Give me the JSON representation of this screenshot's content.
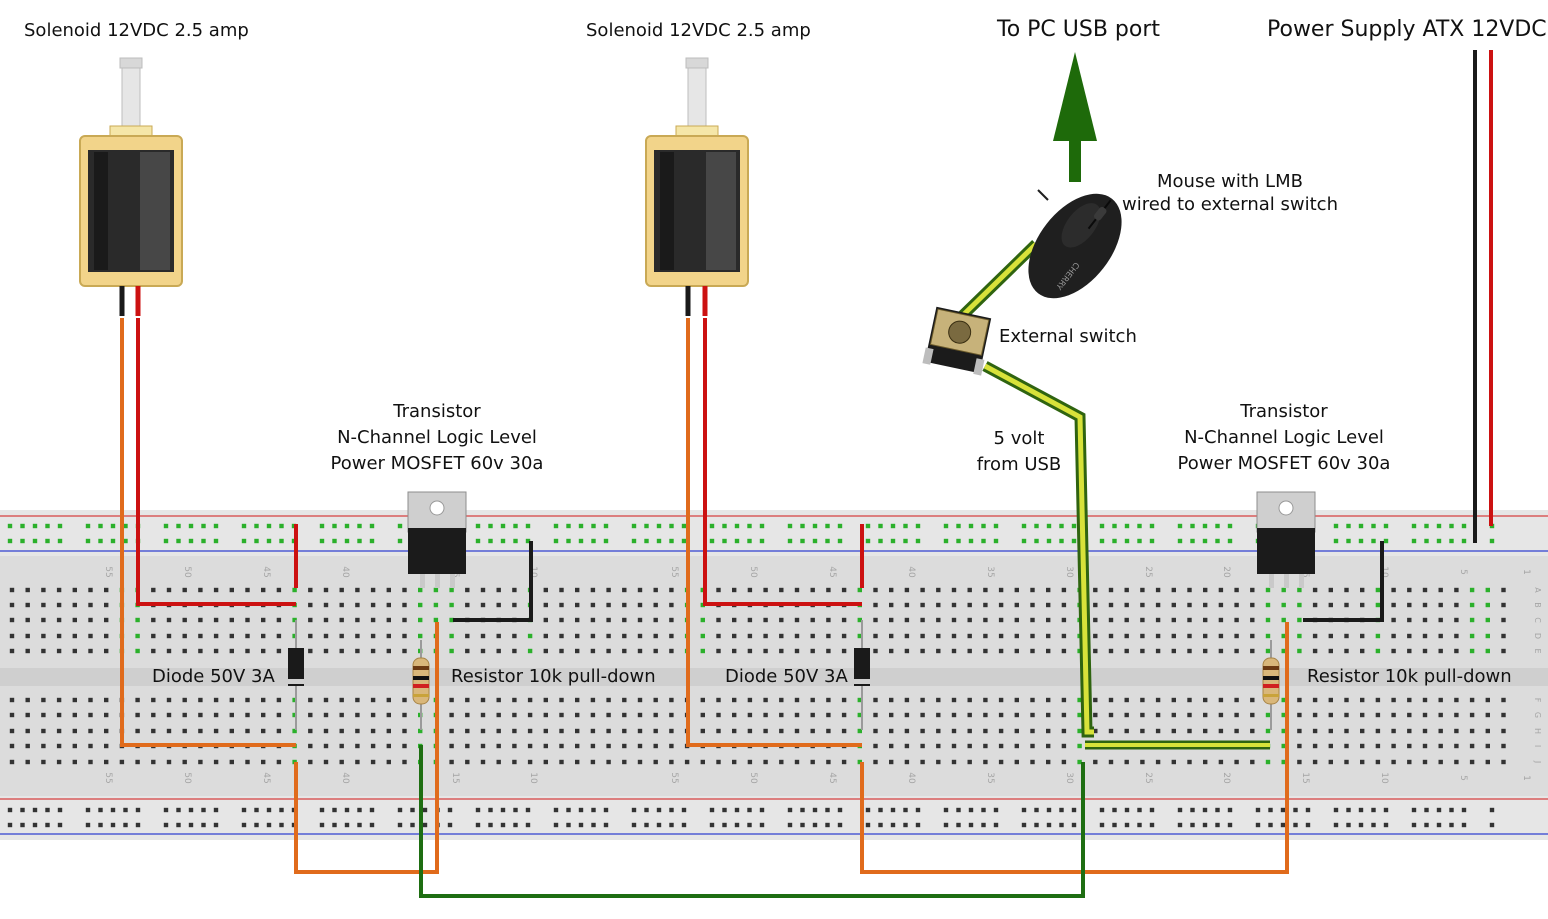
{
  "labels": {
    "solenoid_left": "Solenoid 12VDC 2.5 amp",
    "solenoid_middle": "Solenoid 12VDC 2.5 amp",
    "to_pc": "To PC USB port",
    "power_supply": "Power Supply ATX 12VDC",
    "mouse": [
      "Mouse with LMB",
      "wired to external switch"
    ],
    "external_switch": "External switch",
    "five_volt": [
      "5 volt",
      "from USB"
    ],
    "transistor_left": [
      "Transistor",
      "N-Channel Logic Level",
      "Power MOSFET 60v 30a"
    ],
    "transistor_right": [
      "Transistor",
      "N-Channel Logic Level",
      "Power MOSFET  60v 30a"
    ],
    "diode_left": "Diode 50V 3A",
    "diode_middle": "Diode 50V 3A",
    "resistor_left": "Resistor 10k pull-down",
    "resistor_right": "Resistor 10k pull-down"
  },
  "breadboard_numbers": [
    "55",
    "50",
    "45",
    "40",
    "15",
    "10",
    "55",
    "50",
    "45",
    "40",
    "35",
    "30",
    "25",
    "20",
    "15",
    "10",
    "5",
    "1"
  ],
  "breadboard_row_letters": [
    "A",
    "B",
    "C",
    "D",
    "E",
    "F",
    "G",
    "H",
    "I",
    "J"
  ],
  "mouse_brand": "CHERRY",
  "colors": {
    "wire_orange": "#e06b1c",
    "wire_red": "#cc1111",
    "wire_black": "#1a1a1a",
    "wire_green": "#1e6e12",
    "arrow_green": "#1e6a0a",
    "usb_cable_fill": "#d8e23a",
    "breadboard": "#dcdcdc",
    "rail_red": "#d64040",
    "rail_blue": "#3040d0",
    "hole_green": "#2bb02b",
    "solenoid_frame": "#f2d48a",
    "solenoid_body": "#2a2a2a"
  }
}
